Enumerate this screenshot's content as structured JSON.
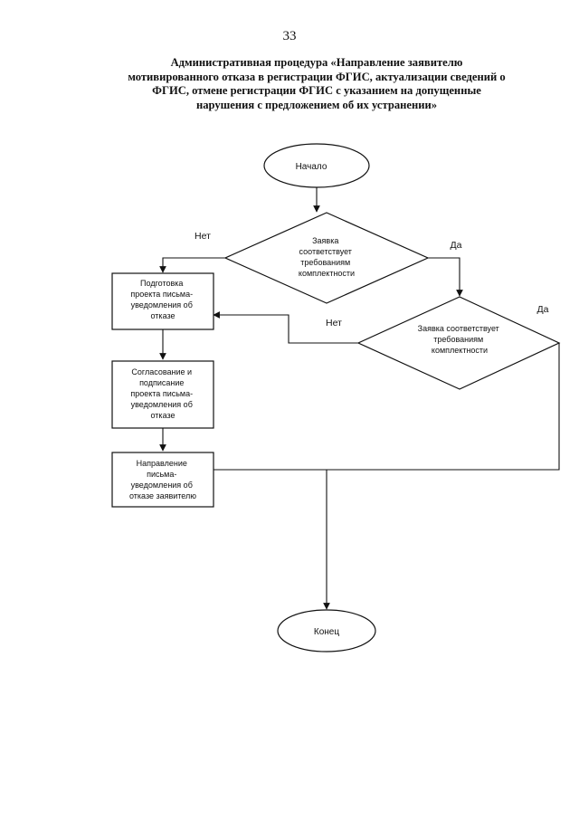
{
  "page_number": "33",
  "title_lines": [
    "Административная процедура «Направление заявителю",
    "мотивированного отказа в регистрации ФГИС, актуализации сведений о",
    "ФГИС, отмене регистрации ФГИС с указанием на допущенные",
    "нарушения с предложением об их устранении»"
  ],
  "flowchart": {
    "start": "Начало",
    "end": "Конец",
    "decision1": [
      "Заявка",
      "соответствует",
      "требованиям",
      "комплектности"
    ],
    "decision2": [
      "Заявка соответствует",
      "требованиям",
      "комплектности"
    ],
    "box1": [
      "Подготовка",
      "проекта письма-",
      "уведомления об",
      "отказе"
    ],
    "box2": [
      "Согласование и",
      "подписание",
      "проекта письма-",
      "уведомления об",
      "отказе"
    ],
    "box3": [
      "Направление",
      "письма-",
      "уведомления об",
      "отказе заявителю"
    ],
    "label_no_1": "Нет",
    "label_yes_1": "Да",
    "label_no_2": "Нет",
    "label_yes_2": "Да"
  }
}
